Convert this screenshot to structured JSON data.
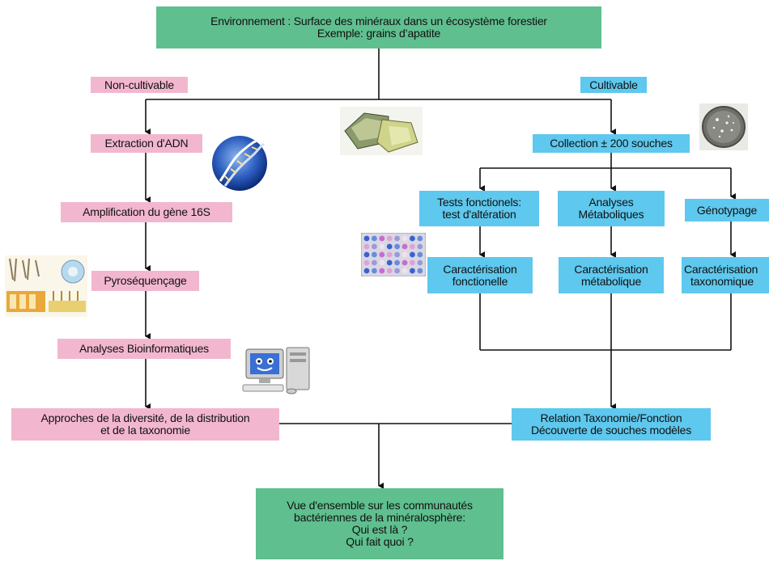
{
  "top": {
    "line1": "Environnement : Surface des minéraux dans un écosystème forestier",
    "line2": "Exemple: grains d’apatite"
  },
  "left_branch": {
    "header": "Non-cultivable",
    "extraction": "Extraction d'ADN",
    "amplification": "Amplification du gène 16S",
    "pyro": "Pyroséquençage",
    "bioinfo": "Analyses Bioinformatiques",
    "approches": {
      "line1": "Approches de la diversité, de la distribution",
      "line2": "et de la taxonomie"
    }
  },
  "right_branch": {
    "header": "Cultivable",
    "collection": "Collection ± 200 souches",
    "tests": {
      "line1": "Tests fonctionels:",
      "line2": "test d'altération"
    },
    "analyses_meta": {
      "line1": "Analyses",
      "line2": "Métaboliques"
    },
    "genotypage": "Génotypage",
    "carac_fonc": {
      "line1": "Caractérisation",
      "line2": "fonctionelle"
    },
    "carac_meta": {
      "line1": "Caractérisation",
      "line2": "métabolique"
    },
    "carac_taxo": {
      "line1": "Caractérisation",
      "line2": "taxonomique"
    },
    "relation": {
      "line1": "Relation Taxonomie/Fonction",
      "line2": "Découverte de souches modèles"
    }
  },
  "bottom": {
    "line1": "Vue d'ensemble sur les communautés",
    "line2": "bactériennes de la minéralosphère:",
    "line3": "Qui est là ?",
    "line4": "Qui fait quoi ?"
  },
  "colors": {
    "green": "#5fbf8f",
    "pink": "#f2b7cf",
    "blue": "#5ec8ee",
    "line": "#111111"
  },
  "icons": [
    "apatite-grains-icon",
    "dna-helix-icon",
    "petri-dish-icon",
    "microplate-icon",
    "pyrosequencing-icon",
    "computer-icon"
  ]
}
